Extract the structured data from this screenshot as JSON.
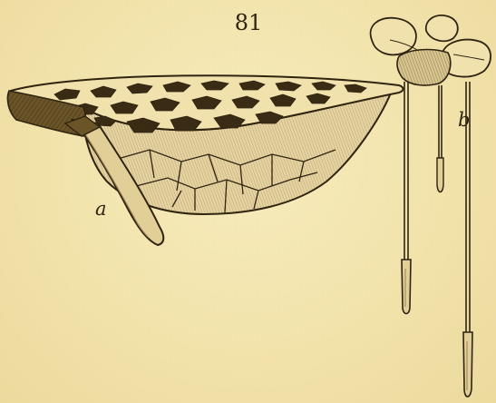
{
  "figure": {
    "number": "81",
    "labels": {
      "a": "a",
      "b": "b"
    }
  },
  "colors": {
    "paper": "#f4e7b2",
    "ink": "#2f2410",
    "shade": "#9b8055"
  }
}
